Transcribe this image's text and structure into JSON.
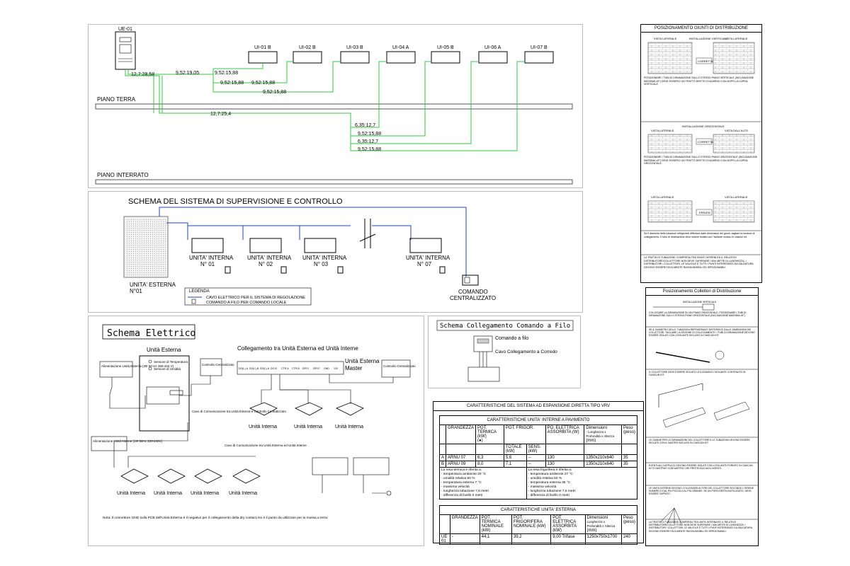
{
  "layout_top": {
    "outdoor_unit": "UE-01",
    "indoor_units": [
      "UI-01 B",
      "UI-02 B",
      "UI-03 B",
      "UI-04 A",
      "UI-05 B",
      "UI-06 A",
      "UI-07 B"
    ],
    "pipe_labels": [
      "12,7:28,58",
      "9,52:19,05",
      "9,52:15,88",
      "9,52:15,88",
      "9,52:15,88",
      "9,52:15,88",
      "12,7:25,4",
      "6,35:12,7",
      "9,52:15,88",
      "6,35:12,7",
      "9,52:15,88"
    ],
    "floor_ground": "PIANO TERRA",
    "floor_basement": "PIANO INTERRATO"
  },
  "supervision": {
    "title": "SCHEMA DEL SISTEMA DI SUPERVISIONE E CONTROLLO",
    "outdoor_label": "UNITA' ESTERNA",
    "outdoor_num": "N°01",
    "indoor": [
      {
        "label": "UNITA' INTERNA",
        "num": "N° 01"
      },
      {
        "label": "UNITA' INTERNA",
        "num": "N° 02"
      },
      {
        "label": "UNITA' INTERNA",
        "num": "N° 03"
      },
      {
        "label": "UNITA' INTERNA",
        "num": "N° 07"
      }
    ],
    "legend_title": "LEGENDA",
    "legend_items": [
      "CAVO ELETTRICO PER IL SISTEMA DI REGOLAZIONE",
      "COMANDO A FILO PER COMANDO LOCALE"
    ],
    "central_line1": "COMANDO",
    "central_line2": "CENTRALIZZATO"
  },
  "electric": {
    "title": "Schema Elettrico",
    "outdoor": "Unità Esterna",
    "connection_title": "Collegamento tra Unità Esterna ed Unità Interne",
    "master_line1": "Unità Esterna",
    "master_line2": "Master",
    "control": "Controllo Centralizzato",
    "control_small": "Controllo Centralizzato",
    "sensor_temp": "Sensore di Temperatura",
    "sensor_hum": "Sensore di Umidità",
    "power_outdoor": "Alimentazione Unità Esterna (3Φ 50 Hz 380-415 V)",
    "power_indoor": "Alimentazione Unità Interne (1Φ 50Hz 220-240V)",
    "comm_cable_1": "Cavo di Comunicazione tra Unità Esterna e Controllo Centralizzato",
    "comm_cable_2": "Cavo di Comunicazione tra Unità Esterna ed Unità Interne",
    "terminals": [
      "DO(L)-A",
      "DO(L)-B",
      "DO(L)-A",
      "DO-B",
      "CTR-A",
      "CTR-B",
      "DRY1",
      "DRY2",
      "GND",
      "12V"
    ],
    "indoor_label": "Unità Interna",
    "note": "Nota: Il connettore GND sulla PCB dell'Unità Esterna è il negativo per il collegamento della dry contact,mn è il punto da utilizzare per la massa a terra."
  },
  "wire_control": {
    "title": "Schema Collegamento Comando a Filo",
    "remote": "Comando a filo",
    "cable": "Cavo Collegamento a Corredo"
  },
  "system_table": {
    "caption": "CARATTERISTICHE DEL SISTEMA AD ESPANSIONE DIRETTA TIPO VRV",
    "indoor_caption": "CARATTERISTICHE UNITA' INTERNE A PAVIMENTO",
    "headers": {
      "grandezza": "GRANDEZZA",
      "pot_termica": "POT. TERMICA (kW)",
      "pot_termica_sub": "(●)",
      "pot_frigor": "POT. FRIGOR.",
      "totale": "TOTALE (kW)",
      "sens": "SENS. (kW)",
      "pot_elettrica": "PO. ELETTRICA ASSORBITA (W)",
      "dimensioni": "Dimensioni",
      "dim_sub": "- Lunghezza x Profondità x Altezza",
      "mm": "(mm)",
      "peso": "Peso",
      "peso_unit": "(peso)"
    },
    "rows": [
      {
        "id": "A",
        "model": "ARNU 07",
        "termica": "6,3",
        "totale": "5,6",
        "sens": "--",
        "elettrica": "130",
        "dim": "1350x210x640",
        "peso": "35"
      },
      {
        "id": "B",
        "model": "ARNU 09",
        "termica": "8,0",
        "totale": "7,1",
        "sens": "--",
        "elettrica": "130",
        "dim": "1350x210x640",
        "peso": "35"
      }
    ],
    "note_heat": [
      "La resa termica è riferita a:",
      "- temperatura ambiente 20 °C",
      "- umidità relativa 50 %",
      "- temperatura esterna 7 °C",
      "- massima velocità",
      "- lunghezza tubazione 7,5 metri",
      "- differenza di livello 0 metri"
    ],
    "note_cool": [
      "La resa frigorifera è riferita a:",
      "- temperatura ambiente 27 °C",
      "- umidità relativa 50 %",
      "- temperatura esterna 35 °C",
      "- massima velocità",
      "- lunghezza tubazione 7,5 metri",
      "- differenza di livello 0 metri"
    ],
    "outdoor_caption": "CARATTERISTICHE UNITA' ESTERNA",
    "outdoor_headers": {
      "grandezza": "GRANDEZZA",
      "termica": "POT. TERMICA NOMINALE (kW)",
      "frigo": "POT. FRIGORIFERA NOMINALE (kW)",
      "elettrica": "POT. ELETTRICA ASSORBITA (kW)",
      "dim": "Dimensioni",
      "dim_sub": "Lunghezza x Profondità x Altezza",
      "mm": "(mm)",
      "peso": "Peso",
      "peso_unit": "(peso)"
    },
    "outdoor_row": {
      "id": "UE 01",
      "grandezza": "-",
      "termica": "44,1",
      "frigo": "39,2",
      "elettrica": "9,00 Trifase",
      "dim": "1250x750x1700",
      "peso": "240"
    }
  },
  "side_joints": {
    "title": "POSIZIONAMENTO GIUNTI DI DISTRIBUZIONE",
    "vista_laterale": "VISTA LATERALE",
    "install_vert": "INSTALLAZIONE VERTICALE",
    "install_oriz": "INSTALLAZIONE ORIZZONTALE",
    "vista_alto": "VISTA DALL'ALTO",
    "corretta": "CORRETTA",
    "errata": "ERRATA",
    "note1": "POSIZIONARE I TUBI DI DIRAMAZIONE SULLO STESSO PIANO VERTICALE (INCLINAZIONE MASSIMA ±5°) DEVE ESSERCI UN TRATTO DRITTO DI ALMENO 0,5m DOPO LA CURVA VERTICALE.",
    "note2": "POSIZIONARE I TUBI DI DIRAMAZIONE SULLO STESSO PIANO ORIZZONTALE (INCLINAZIONE MASSIMA ±5°) DEVE ESSERCI UN TRATTO DRITTO DI ALMENO 0,5m DOPO LA CURVA ORIZZONTALE.",
    "note3": "Se il diametro delle tubazioni refrigeranti differisce dalle dimensioni dei giunti, tagliare la sezione di collegamento. Il tubo di diramazione deve essere isolato con l'isolante incluso in ciascun kit.",
    "note4": "LA TRATTA DI TUBAZIONE COMPRESA TRA GIUNTI INTERNI ED IL RELATIVO DISTRIBUTORE/COLLETTORE NON DEVE SUPERARE I 40m METRI DI LUNGHEZZA. I DISTRIBUTORI / COLLETTORI, LE VALVOLE E TUTTI I PUNTI INTERESSATI DA SALDATURA DEVONO ESSERE FACILMENTE RAGGIUNGIBILI ED ISPEZIONABILI."
  },
  "side_collectors": {
    "title": "Posizionamento Collettori di Distribuzione",
    "install_label": "INSTALLAZIONE VERTICALE",
    "note1": "COLLEGARE LA DIRAMAZIONE SU UN PIANO ORIZZONTALE. POSIZIONARE I TUBI DI DIRAMAZIONE SULLO STESSO PIANO ORIZZONTALE (INCLINAZIONE MASSIMA ±5°).",
    "note2": "SE IL DIAMETRO DELLE TUBAZIONI REFRIGERANTI DIFFERISCE DALLE DIMENSIONI DEI COLLETTORI, TAGLIARE LA SEZIONE DI COLLEGAMENTO. I TUBI DI DIRAMAZIONE DEVONO ESSERE ISOLATI CON L'ISOLANTE INCLUSO IN CIASCUN KIT.",
    "note3": "IL COLLETTORE DEVE ESSERE ISOLATO UTILIZZANDO L'ISOLANTE CONTENUTO IN CIASCUN KIT.",
    "note4": "LE GUAINE PER LE DIRAMAZIONI DEL COLLETTORE E LE TUBAZIONI DEVONO ESSERE ISOLATE CON IL NASTRO INCLUSO IN CIASCUN KIT.",
    "note5": "EVENTUALI CAPPUCCI DEVONO ESSERE ISOLATI CON L'ISOLANTE FORNITO IN CIASCUN KIT E NASTRATI CON NASTRO CHE PROTEGGA DAGLI AGENTI.",
    "note6": "LE UNITÀ INTERNE DEVONO COLLEGARSI AI FORI DEL COLLETTORE SECONDO L'ORDINE NUMERICO DAL PIÙ PICCOLO AL PIÙ GRANDE. SE UN FORO RESTA INUTILIZZATO, DEVE ESSERE TAPPATO.",
    "note7": "LA TRATTA DI TUBAZIONE COMPRESA TRA UNITÀ INTERNA ED IL RELATIVO DISTRIBUTORE/COLLETTORE NON DEVE SUPERARE I 40m METRI DI LUNGHEZZA. I DISTRIBUTORI / COLLETTORI, LE VALVOLE E TUTTI I PUNTI INTERESSATI DA SALDATURA DEVONO ESSERE FACILMENTE RAGGIUNGIBILI ED ISPEZIONABILI."
  }
}
